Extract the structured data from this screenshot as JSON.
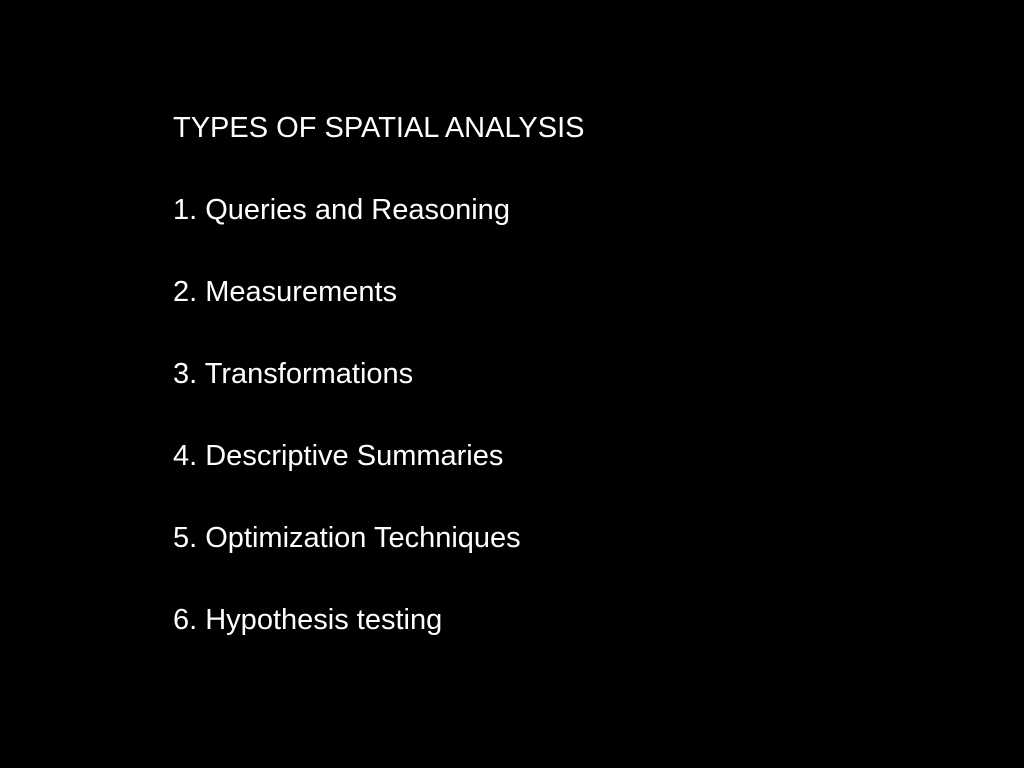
{
  "slide": {
    "title": "TYPES OF SPATIAL ANALYSIS",
    "items": [
      "1. Queries and Reasoning",
      "2. Measurements",
      "3. Transformations",
      "4. Descriptive Summaries",
      "5. Optimization Techniques",
      "6. Hypothesis testing"
    ]
  },
  "colors": {
    "background": "#000000",
    "text": "#ffffff"
  }
}
